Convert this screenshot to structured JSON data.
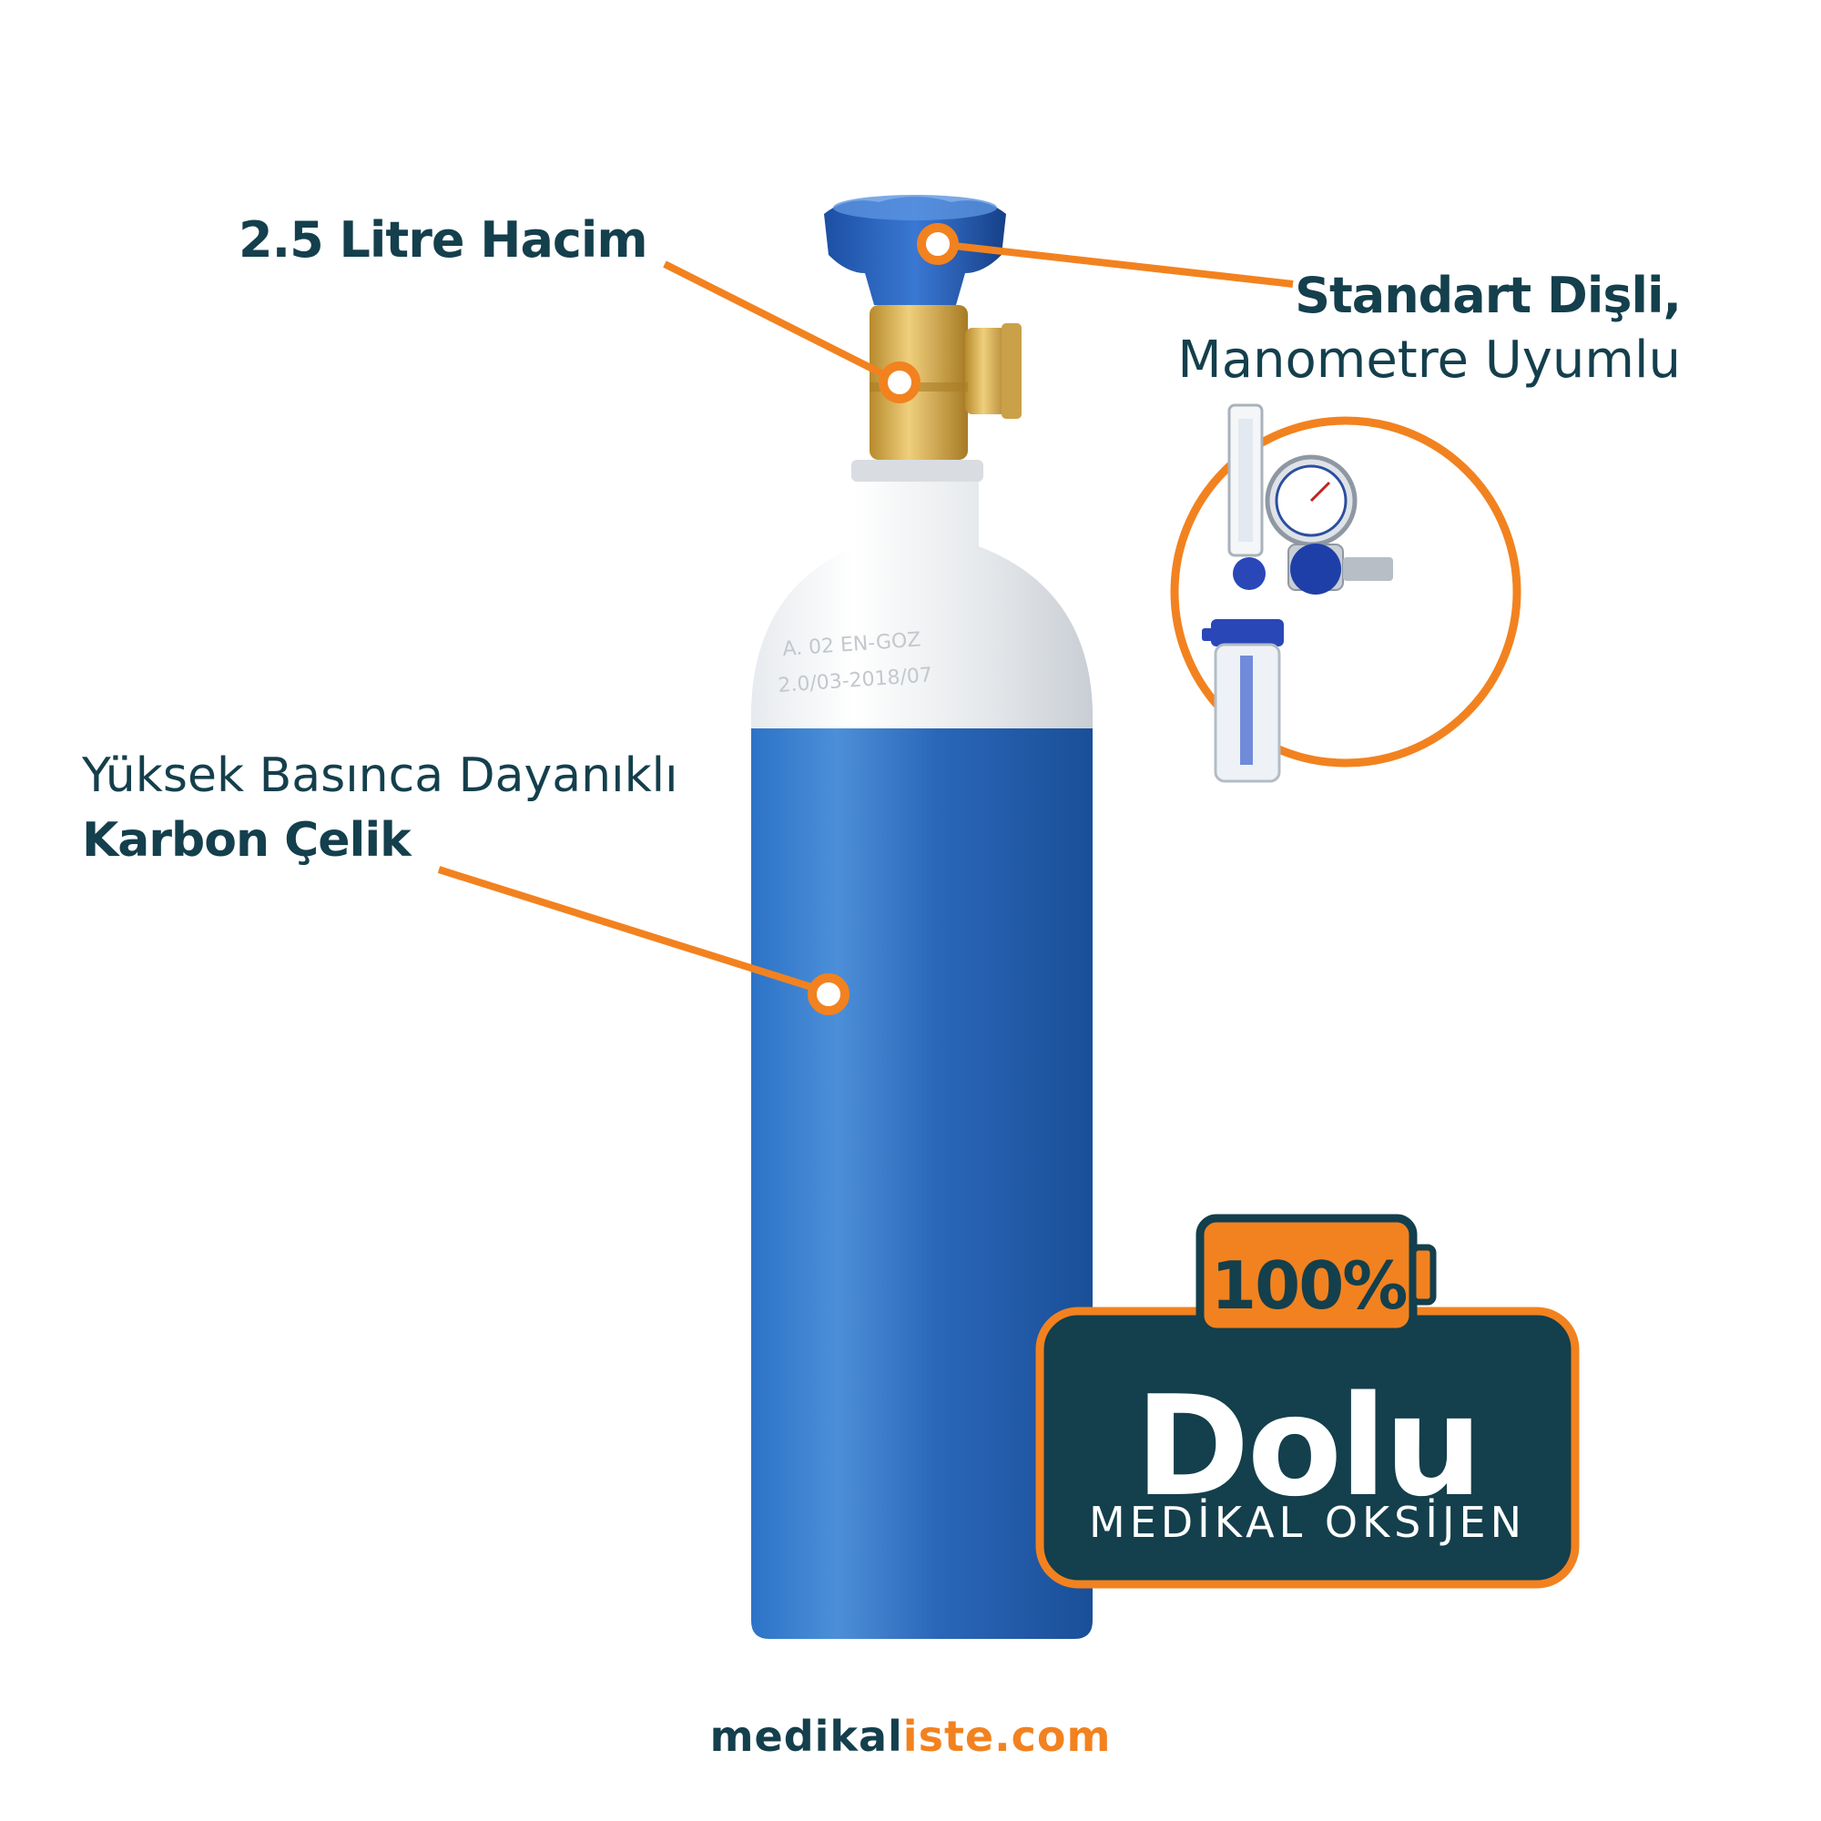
{
  "labels": {
    "volume": "2.5 Litre Hacim",
    "thread": "Standart Dişli,",
    "manometer": "Manometre Uyumlu",
    "pressure": "Yüksek Basınca Dayanıklı",
    "carbon": "Karbon Çelik"
  },
  "badge": {
    "percent": "100%",
    "title": "Dolu",
    "subtitle": "MEDİKAL OKSİJEN"
  },
  "brand": {
    "prefix": "medikal",
    "suffix": "iste.com"
  },
  "colors": {
    "navy": "#143f4c",
    "orange": "#f2821f",
    "cylinder_blue": "#1f5fb0",
    "white_cap": "#eef0f2",
    "brass": "#d4a94a"
  },
  "icons": [
    "oxygen-cylinder-image",
    "regulator-flowmeter-image",
    "battery-icon"
  ]
}
